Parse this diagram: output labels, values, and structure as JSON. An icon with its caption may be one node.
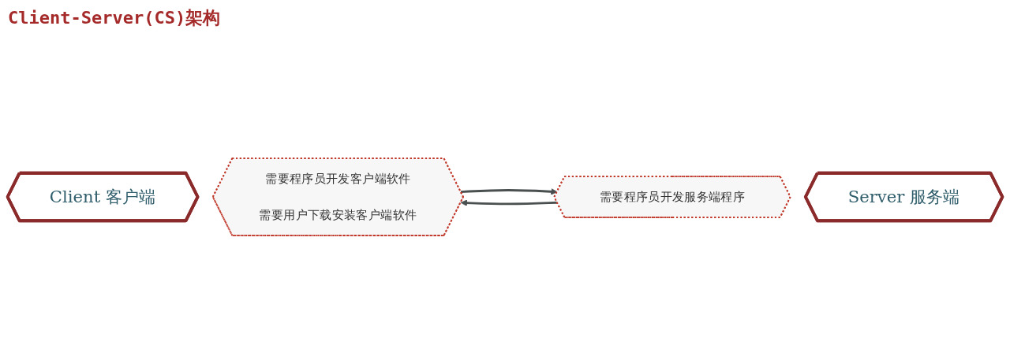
{
  "diagram": {
    "title": "Client-Server(CS)架构",
    "nodes": [
      {
        "text": [
          "Client 客户端"
        ]
      },
      {
        "text": [
          "需要程序员开发客户端软件",
          "需要用户下载安装客户端软件"
        ]
      },
      {
        "text": [
          "需要程序员开发服务端程序"
        ]
      },
      {
        "text": [
          "Server 服务端"
        ]
      }
    ],
    "edges": [
      {
        "from": 1,
        "to": 2,
        "arrow": "to"
      },
      {
        "from": 2,
        "to": 1,
        "arrow": "to"
      }
    ]
  }
}
